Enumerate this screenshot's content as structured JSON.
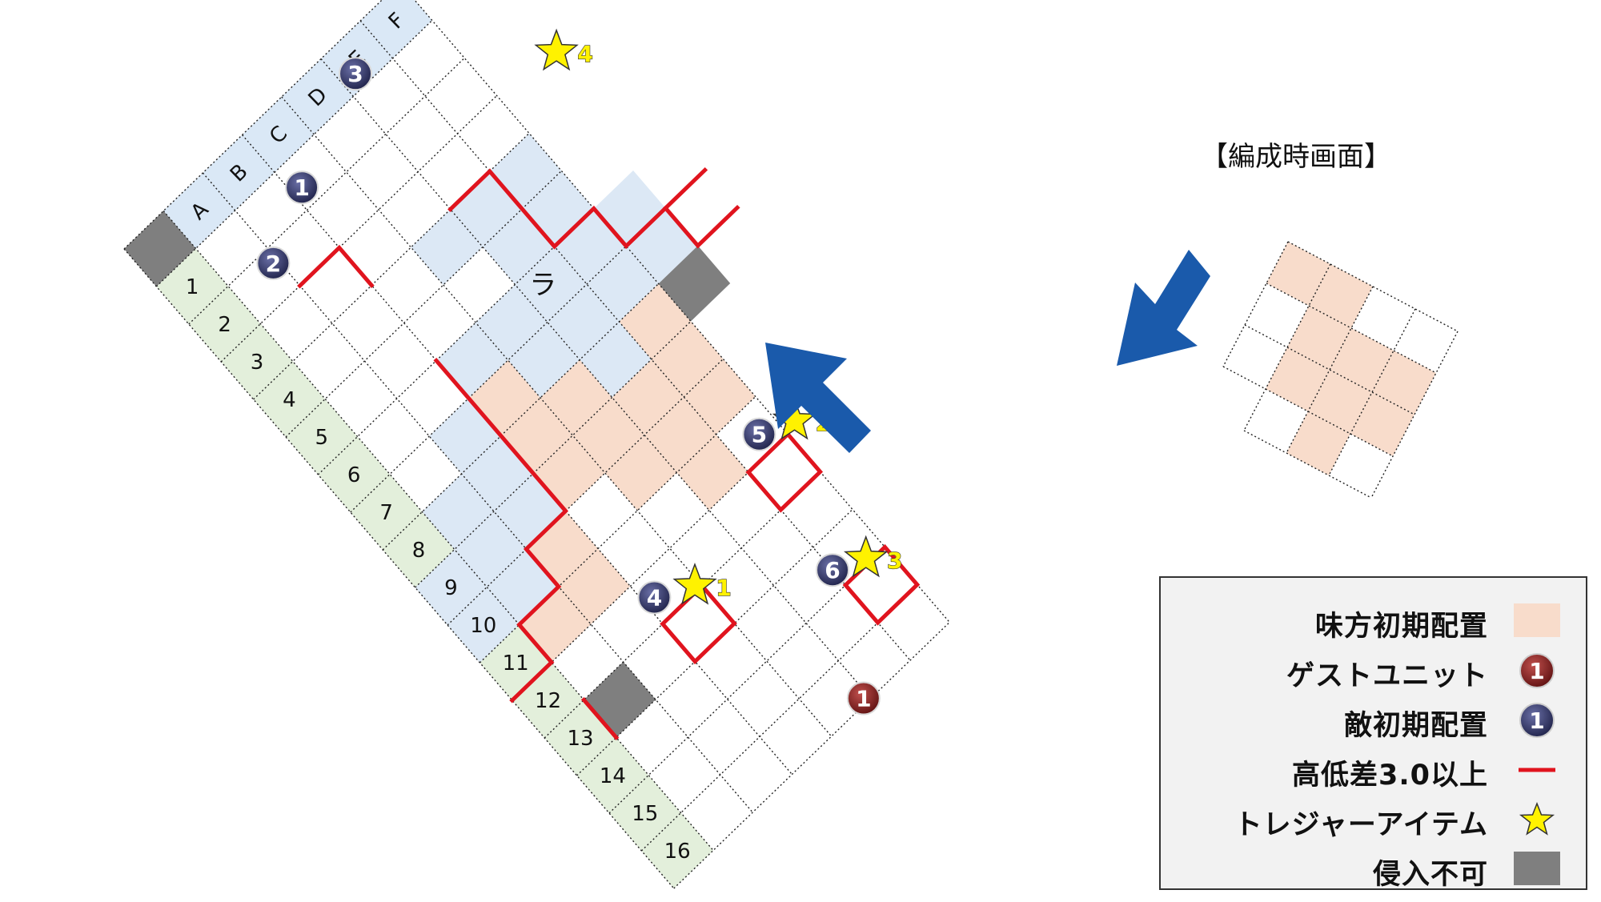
{
  "grid": {
    "columns": [
      "A",
      "B",
      "C",
      "D",
      "E",
      "F"
    ],
    "rows": [
      "1",
      "2",
      "3",
      "4",
      "5",
      "6",
      "7",
      "8",
      "9",
      "10",
      "11",
      "12",
      "13",
      "14",
      "15",
      "16"
    ]
  },
  "terrain_label": "ラ",
  "units": [
    {
      "type": "enemy",
      "number": "1",
      "col": 2,
      "row": 1
    },
    {
      "type": "enemy",
      "number": "2",
      "col": 0,
      "row": 2
    },
    {
      "type": "enemy",
      "number": "3",
      "col": 5,
      "row": 1
    },
    {
      "type": "enemy",
      "number": "4",
      "col": 2,
      "row": 13
    },
    {
      "type": "enemy",
      "number": "5",
      "col": 6,
      "row": 12
    },
    {
      "type": "enemy",
      "number": "6",
      "col": 5,
      "row": 15
    },
    {
      "type": "guest",
      "number": "1",
      "col": 3,
      "row": 17
    }
  ],
  "treasures": [
    {
      "number": "1",
      "col": 3,
      "row": 13
    },
    {
      "number": "2",
      "col": 7,
      "row": 12
    },
    {
      "type": "t",
      "number": "3",
      "col": 6,
      "row": 15
    },
    {
      "number": "4",
      "col": 7,
      "row": 4
    }
  ],
  "formation_title": "【編成時画面】",
  "legend": {
    "items": [
      {
        "key": "ally",
        "label": "味方初期配置"
      },
      {
        "key": "guest",
        "label": "ゲストユニット",
        "icon_number": "1"
      },
      {
        "key": "enemy",
        "label": "敵初期配置",
        "icon_number": "1"
      },
      {
        "key": "height",
        "label": "高低差3.0以上"
      },
      {
        "key": "treasure",
        "label": "トレジャーアイテム"
      },
      {
        "key": "blocked",
        "label": "侵入不可"
      }
    ]
  },
  "colors": {
    "column_header_fill": "#dae8f6",
    "row_header_fill": "#e3efdb",
    "ally_fill": "#f8dccb",
    "highlight_fill": "#dce8f5",
    "blocked_fill": "#7f7f7f",
    "height_line": "#e0141e",
    "enemy_marker": "#262a57",
    "guest_marker": "#7a1a1a",
    "treasure_star": "#fff200",
    "arrow": "#1a5aab"
  }
}
